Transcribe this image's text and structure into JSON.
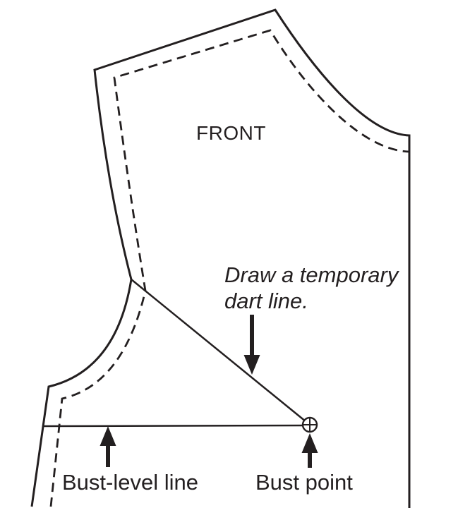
{
  "figure": {
    "colors": {
      "ink": "#231f20",
      "background": "#ffffff"
    },
    "pattern_label": "FRONT",
    "dart_note": {
      "line1": "Draw a temporary",
      "line2": "dart line."
    },
    "labels": {
      "bust_level": "Bust-level line",
      "bust_point": "Bust point"
    },
    "markers": {
      "bust_point_symbol": "circled-cross"
    }
  }
}
